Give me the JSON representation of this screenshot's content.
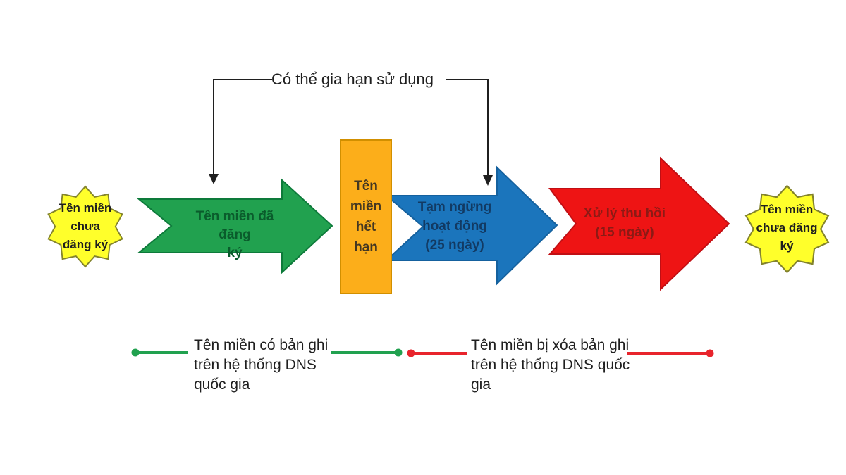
{
  "title_annotation": {
    "label": "Có thể gia hạn sử dụng",
    "line_color": "#1f1f1f"
  },
  "flow": {
    "start_star": {
      "label": "Tên miền\nchưa\nđăng ký",
      "fill": "#ffff2b",
      "stroke": "#83832c",
      "text_color": "#1f1f1f"
    },
    "registered_arrow": {
      "label": "Tên miền đã đăng\nký",
      "fill": "#21a14f",
      "stroke": "#0d7a3a",
      "text_color": "#0a5c2c"
    },
    "expired_box": {
      "label": "Tên\nmiền\nhết\nhạn",
      "fill": "#fcae1a",
      "stroke": "#d18f00",
      "text_color": "#443722"
    },
    "suspended_arrow": {
      "label": "Tạm ngừng\nhoạt động\n(25 ngày)",
      "fill": "#1b75bc",
      "stroke": "#15619e",
      "text_color": "#123a63"
    },
    "revoked_arrow": {
      "label": "Xử lý thu hồi\n(15 ngày)",
      "fill": "#ee1414",
      "stroke": "#c10f14",
      "text_color": "#8c1a15"
    },
    "end_star": {
      "label": "Tên miền\nchưa đăng\nký",
      "fill": "#ffff2b",
      "stroke": "#83832c",
      "text_color": "#1f1f1f"
    }
  },
  "legend": {
    "dns_active": {
      "label": "Tên miền có bản ghi\ntrên hệ thống DNS\nquốc gia",
      "color": "#21a14f"
    },
    "dns_deleted": {
      "label": "Tên miền bị xóa bản ghi\ntrên hệ thống DNS quốc\ngia",
      "color": "#e8242c"
    }
  }
}
